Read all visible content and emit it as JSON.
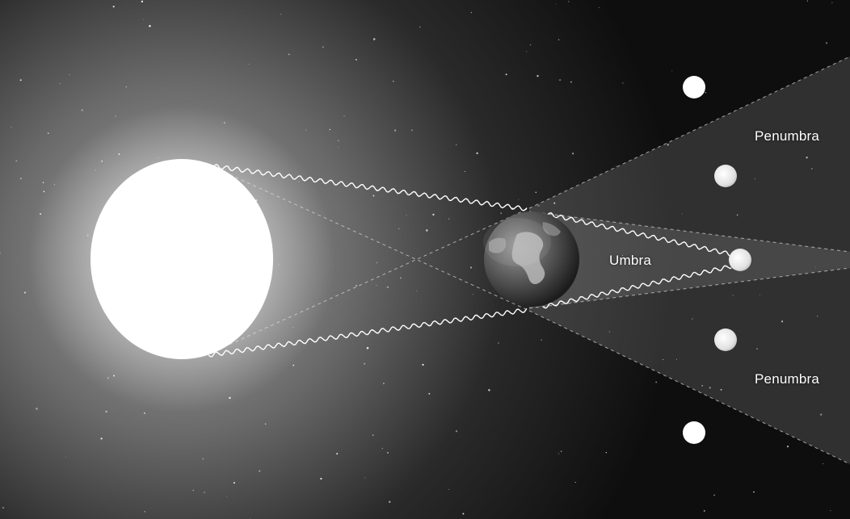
{
  "labels": {
    "penumbra_top": "Penumbra",
    "umbra": "Umbra",
    "penumbra_bottom": "Penumbra"
  },
  "colors": {
    "sun": "#ffffff",
    "shadow_region": "#8a8a8a",
    "background_light": "#8c8c8c",
    "background_dark": "#0e0e0e",
    "dashed_line": "#d0d0d0"
  },
  "icons": {
    "sun": "sun-disk",
    "earth": "earth-globe",
    "moon": "moon"
  }
}
